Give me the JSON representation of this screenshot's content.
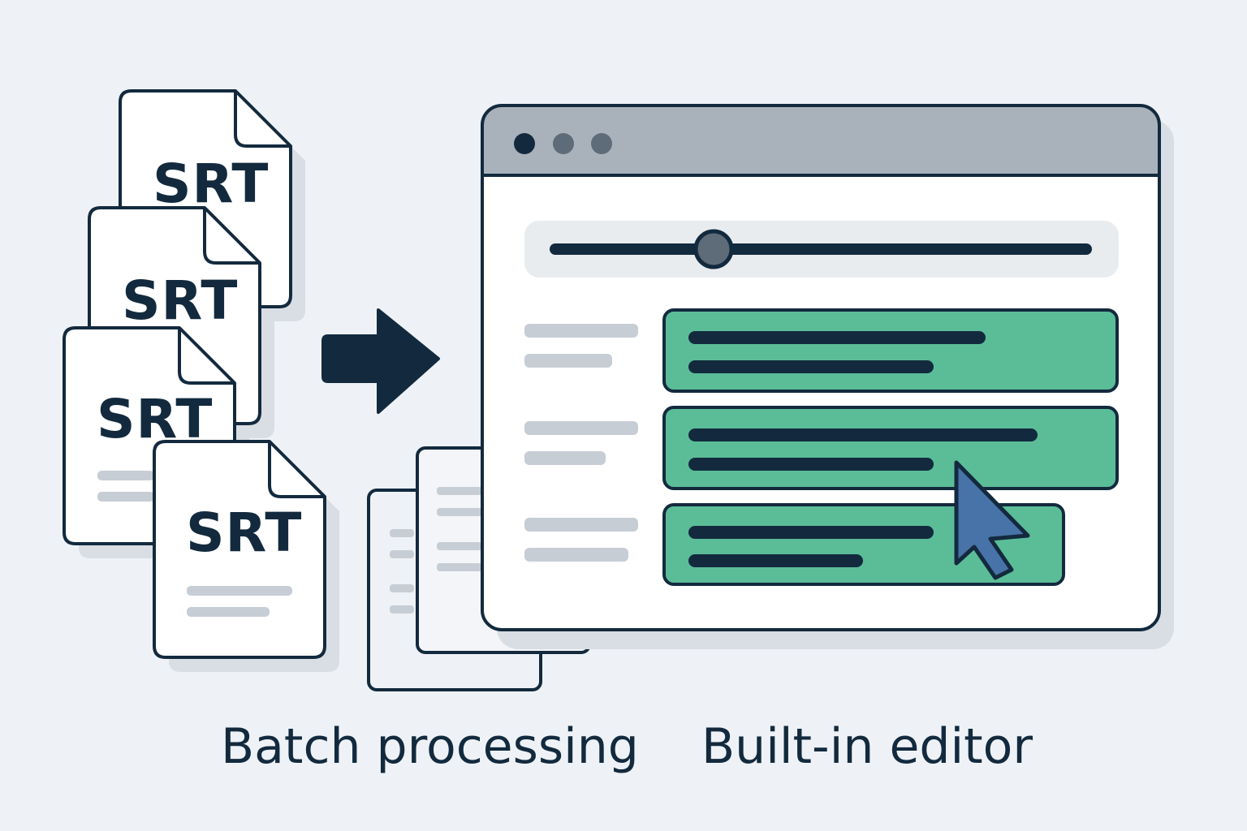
{
  "files": [
    {
      "label": "SRT"
    },
    {
      "label": "SRT"
    },
    {
      "label": "SRT"
    },
    {
      "label": "SRT"
    }
  ],
  "captions": {
    "batch": "Batch processing",
    "editor": "Built-in editor"
  },
  "colors": {
    "background": "#eef2f6",
    "ink": "#132a3e",
    "subtitle_block": "#5bbd98",
    "titlebar": "#a9b2bb",
    "cursor": "#4873a8",
    "placeholder": "#c7cdd4"
  },
  "icons": {
    "arrow": "right-arrow-icon",
    "cursor": "mouse-pointer-icon"
  }
}
